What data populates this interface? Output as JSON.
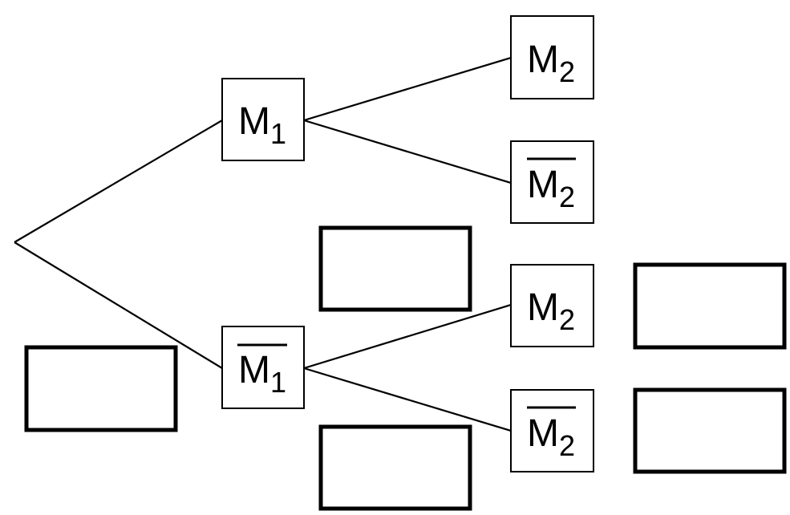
{
  "tree": {
    "root": {
      "children": [
        "m1",
        "m1_bar"
      ]
    },
    "nodes": {
      "m1": {
        "letter": "M",
        "sub": "1",
        "bar": false
      },
      "m1_bar": {
        "letter": "M",
        "sub": "1",
        "bar": true
      },
      "m1_m2": {
        "letter": "M",
        "sub": "2",
        "bar": false
      },
      "m1_m2_bar": {
        "letter": "M",
        "sub": "2",
        "bar": true
      },
      "m1bar_m2": {
        "letter": "M",
        "sub": "2",
        "bar": false
      },
      "m1bar_m2_bar": {
        "letter": "M",
        "sub": "2",
        "bar": true
      }
    },
    "answer_boxes": [
      "",
      "",
      "",
      "",
      ""
    ]
  }
}
